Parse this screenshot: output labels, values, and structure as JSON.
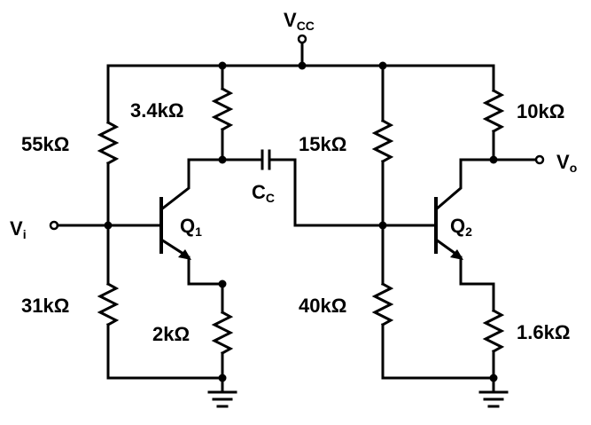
{
  "vcc": {
    "main": "V",
    "sub": "CC"
  },
  "vin": {
    "main": "V",
    "sub": "i"
  },
  "vout": {
    "main": "V",
    "sub": "o"
  },
  "cc": {
    "main": "C",
    "sub": "C"
  },
  "q1": {
    "main": "Q",
    "sub": "1"
  },
  "q2": {
    "main": "Q",
    "sub": "2"
  },
  "resistors": {
    "r1": "55kΩ",
    "r2": "31kΩ",
    "rc1": "3.4kΩ",
    "re1": "2kΩ",
    "r3": "15kΩ",
    "r4": "40kΩ",
    "rc2": "10kΩ",
    "re2": "1.6kΩ"
  }
}
